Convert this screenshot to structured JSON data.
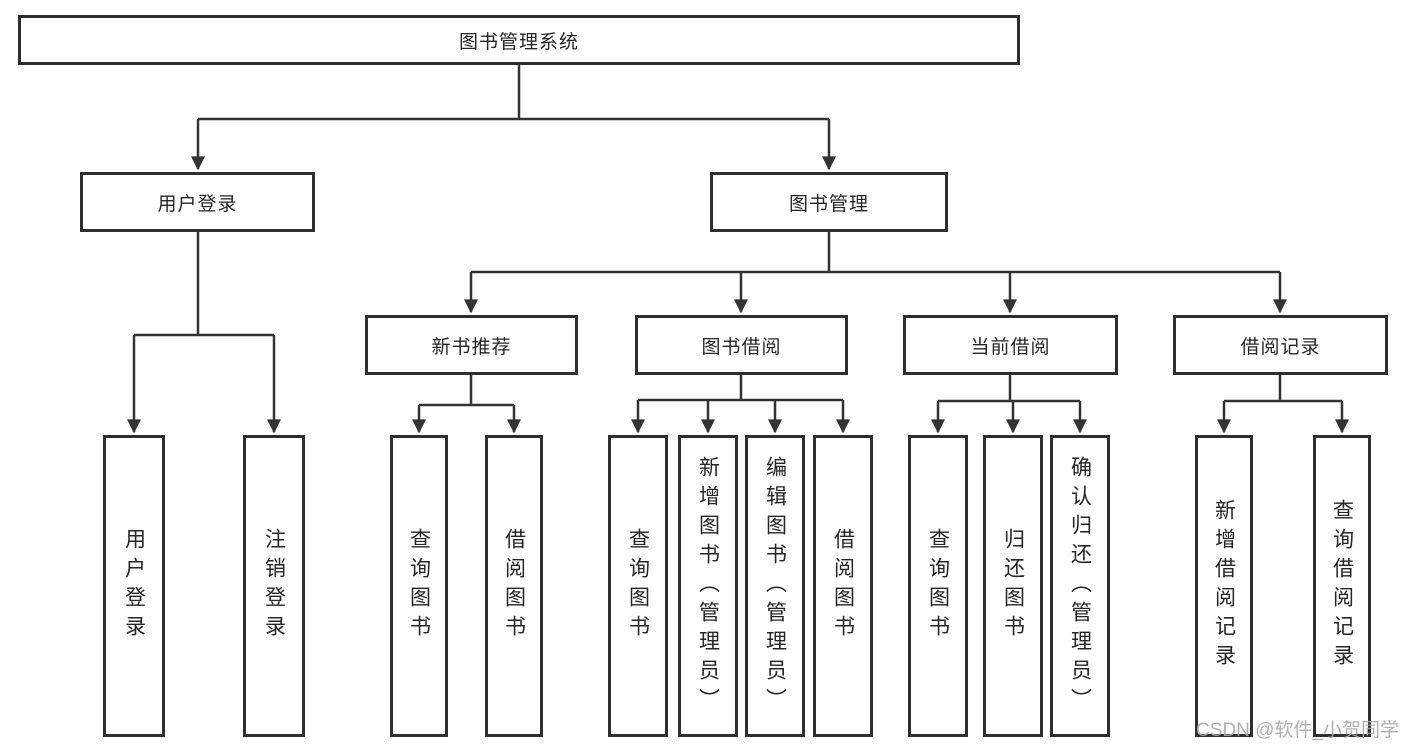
{
  "diagram": {
    "root": {
      "label": "图书管理系统"
    },
    "level2": [
      {
        "label": "用户登录"
      },
      {
        "label": "图书管理"
      }
    ],
    "level3": [
      {
        "label": "新书推荐"
      },
      {
        "label": "图书借阅"
      },
      {
        "label": "当前借阅"
      },
      {
        "label": "借阅记录"
      }
    ],
    "leaves": {
      "user": [
        {
          "label": "用户登录"
        },
        {
          "label": "注销登录"
        }
      ],
      "newbook": [
        {
          "label": "查询图书"
        },
        {
          "label": "借阅图书"
        }
      ],
      "borrow": [
        {
          "label": "查询图书"
        },
        {
          "label": "新增图书（管理员）"
        },
        {
          "label": "编辑图书（管理员）"
        },
        {
          "label": "借阅图书"
        }
      ],
      "current": [
        {
          "label": "查询图书"
        },
        {
          "label": "归还图书"
        },
        {
          "label": "确认归还（管理员）"
        }
      ],
      "record": [
        {
          "label": "新增借阅记录"
        },
        {
          "label": "查询借阅记录"
        }
      ]
    },
    "watermark": "CSDN @软件_小贺同学",
    "colors": {
      "line": "#333333",
      "border": "#2f2f2f",
      "background": "#ffffff",
      "text": "#262626",
      "watermark": "#a9a9a9"
    }
  }
}
